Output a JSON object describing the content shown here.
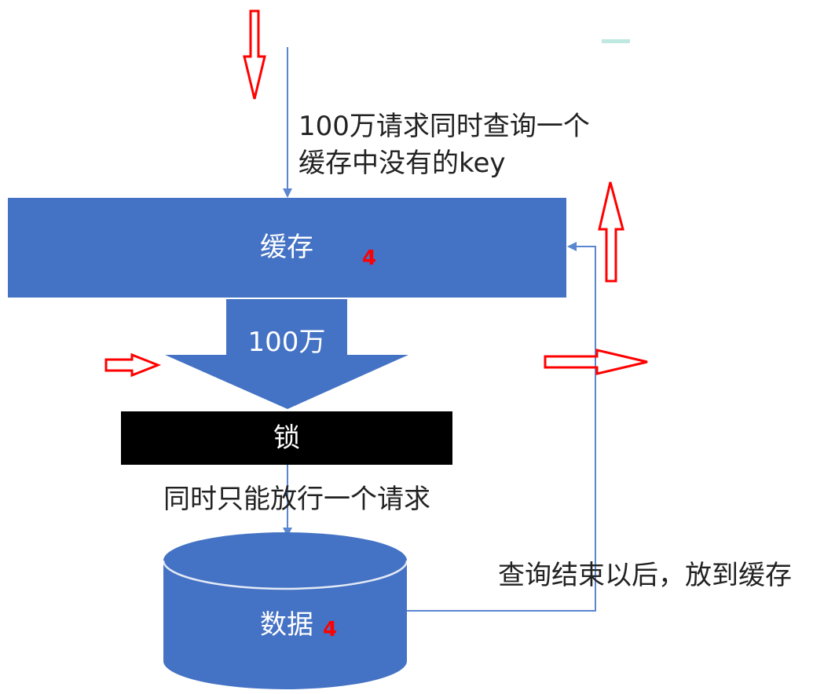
{
  "colors": {
    "box_blue": "#4472c4",
    "connector_blue": "#5b86d0",
    "lock_black": "#000000",
    "marker_red": "#ff0000",
    "text_dark": "#222222",
    "text_white": "#ffffff"
  },
  "labels": {
    "request_line1": "100万请求同时查询一个",
    "request_line2": "缓存中没有的key",
    "cache": "缓存",
    "cache_badge": "4",
    "flow_volume": "100万",
    "lock": "锁",
    "lock_note": "同时只能放行一个请求",
    "database": "数据",
    "database_badge": "4",
    "write_back": "查询结束以后，放到缓存"
  }
}
